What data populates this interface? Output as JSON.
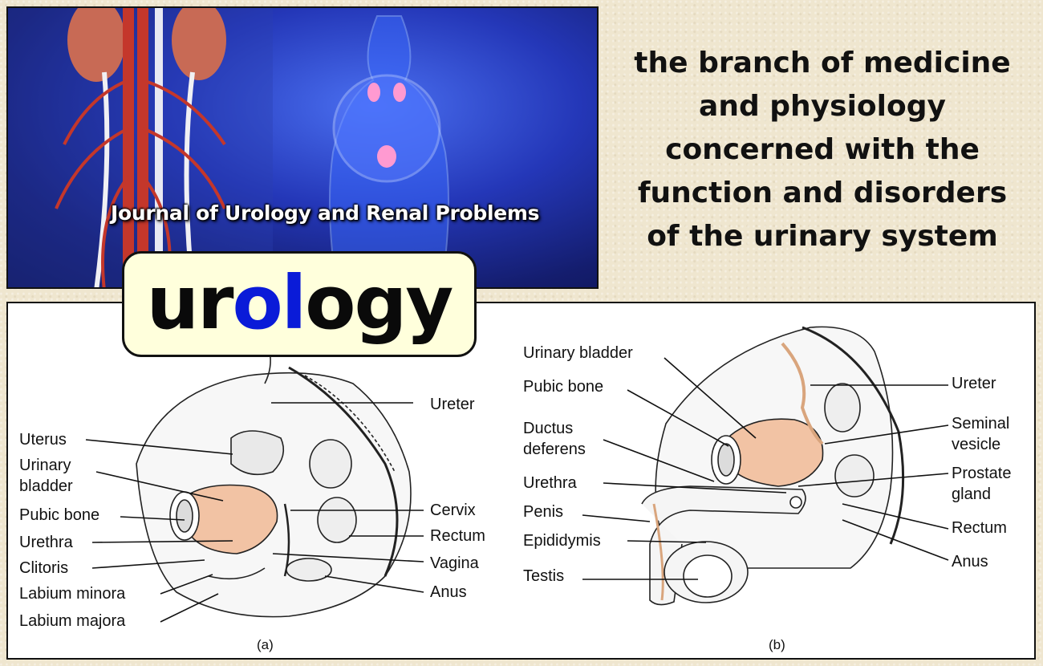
{
  "banner": {
    "title": "Journal of Urology and Renal Problems"
  },
  "definition": {
    "lines": [
      "the branch of medicine",
      "and physiology",
      "concerned with the",
      "function and disorders",
      "of the urinary system"
    ]
  },
  "word": {
    "segments": [
      "ur",
      "ol",
      "ogy"
    ],
    "colors": [
      "#0a0a0a",
      "#0a1bd8",
      "#0a0a0a"
    ]
  },
  "diagram_a": {
    "caption": "(a)",
    "labels": {
      "ureter": "Ureter",
      "uterus": "Uterus",
      "urinary_bladder_1": "Urinary",
      "urinary_bladder_2": "bladder",
      "pubic_bone": "Pubic bone",
      "urethra": "Urethra",
      "clitoris": "Clitoris",
      "labium_minora": "Labium minora",
      "labium_majora": "Labium majora",
      "cervix": "Cervix",
      "rectum": "Rectum",
      "vagina": "Vagina",
      "anus": "Anus"
    }
  },
  "diagram_b": {
    "caption": "(b)",
    "labels": {
      "urinary_bladder": "Urinary bladder",
      "pubic_bone": "Pubic bone",
      "ductus_1": "Ductus",
      "ductus_2": "deferens",
      "urethra": "Urethra",
      "penis": "Penis",
      "epididymis": "Epididymis",
      "testis": "Testis",
      "ureter": "Ureter",
      "seminal_1": "Seminal",
      "seminal_2": "vesicle",
      "prostate_1": "Prostate",
      "prostate_2": "gland",
      "rectum": "Rectum",
      "anus": "Anus"
    }
  }
}
